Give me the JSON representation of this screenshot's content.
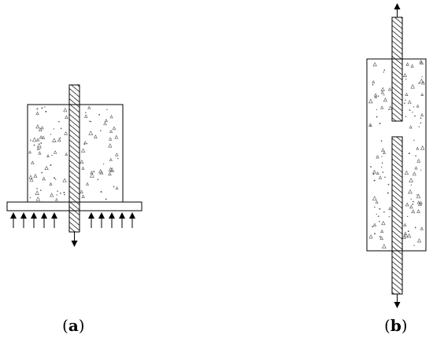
{
  "figure": {
    "panels": [
      {
        "id": "a",
        "letter": "a",
        "test": "pull-out"
      },
      {
        "id": "b",
        "letter": "b",
        "test": "direct tension"
      }
    ],
    "paren_open": "(",
    "paren_close": ")",
    "colors": {
      "stroke": "#000000",
      "concrete_fill": "#ffffff",
      "speckle": "#555555"
    }
  }
}
